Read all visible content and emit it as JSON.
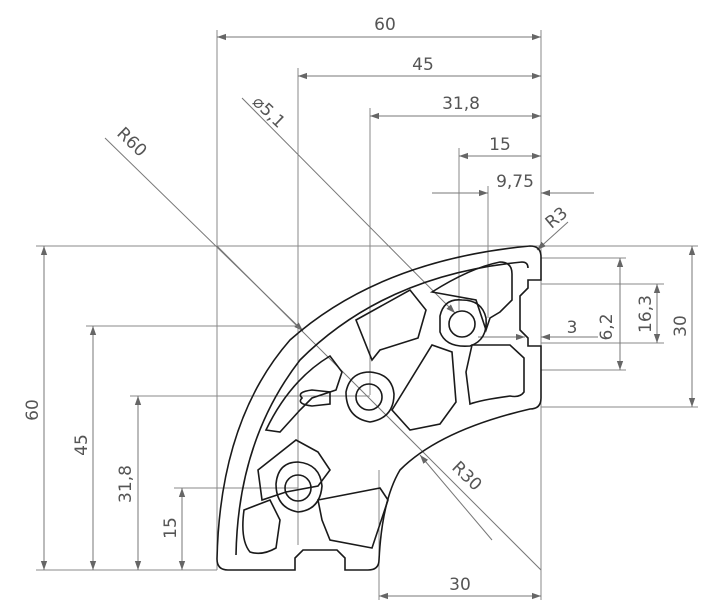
{
  "dimensions": {
    "top_60": "60",
    "top_45": "45",
    "top_31_8": "31,8",
    "top_15": "15",
    "top_9_75": "9,75",
    "radius_r3": "R3",
    "radius_r60": "R60",
    "hole_diameter": "⌀5,1",
    "right_3": "3",
    "right_6_2": "6,2",
    "right_16_3": "16,3",
    "right_30": "30",
    "left_60": "60",
    "left_45": "45",
    "left_31_8": "31,8",
    "left_15": "15",
    "radius_r30": "R30",
    "bottom_30": "30"
  }
}
